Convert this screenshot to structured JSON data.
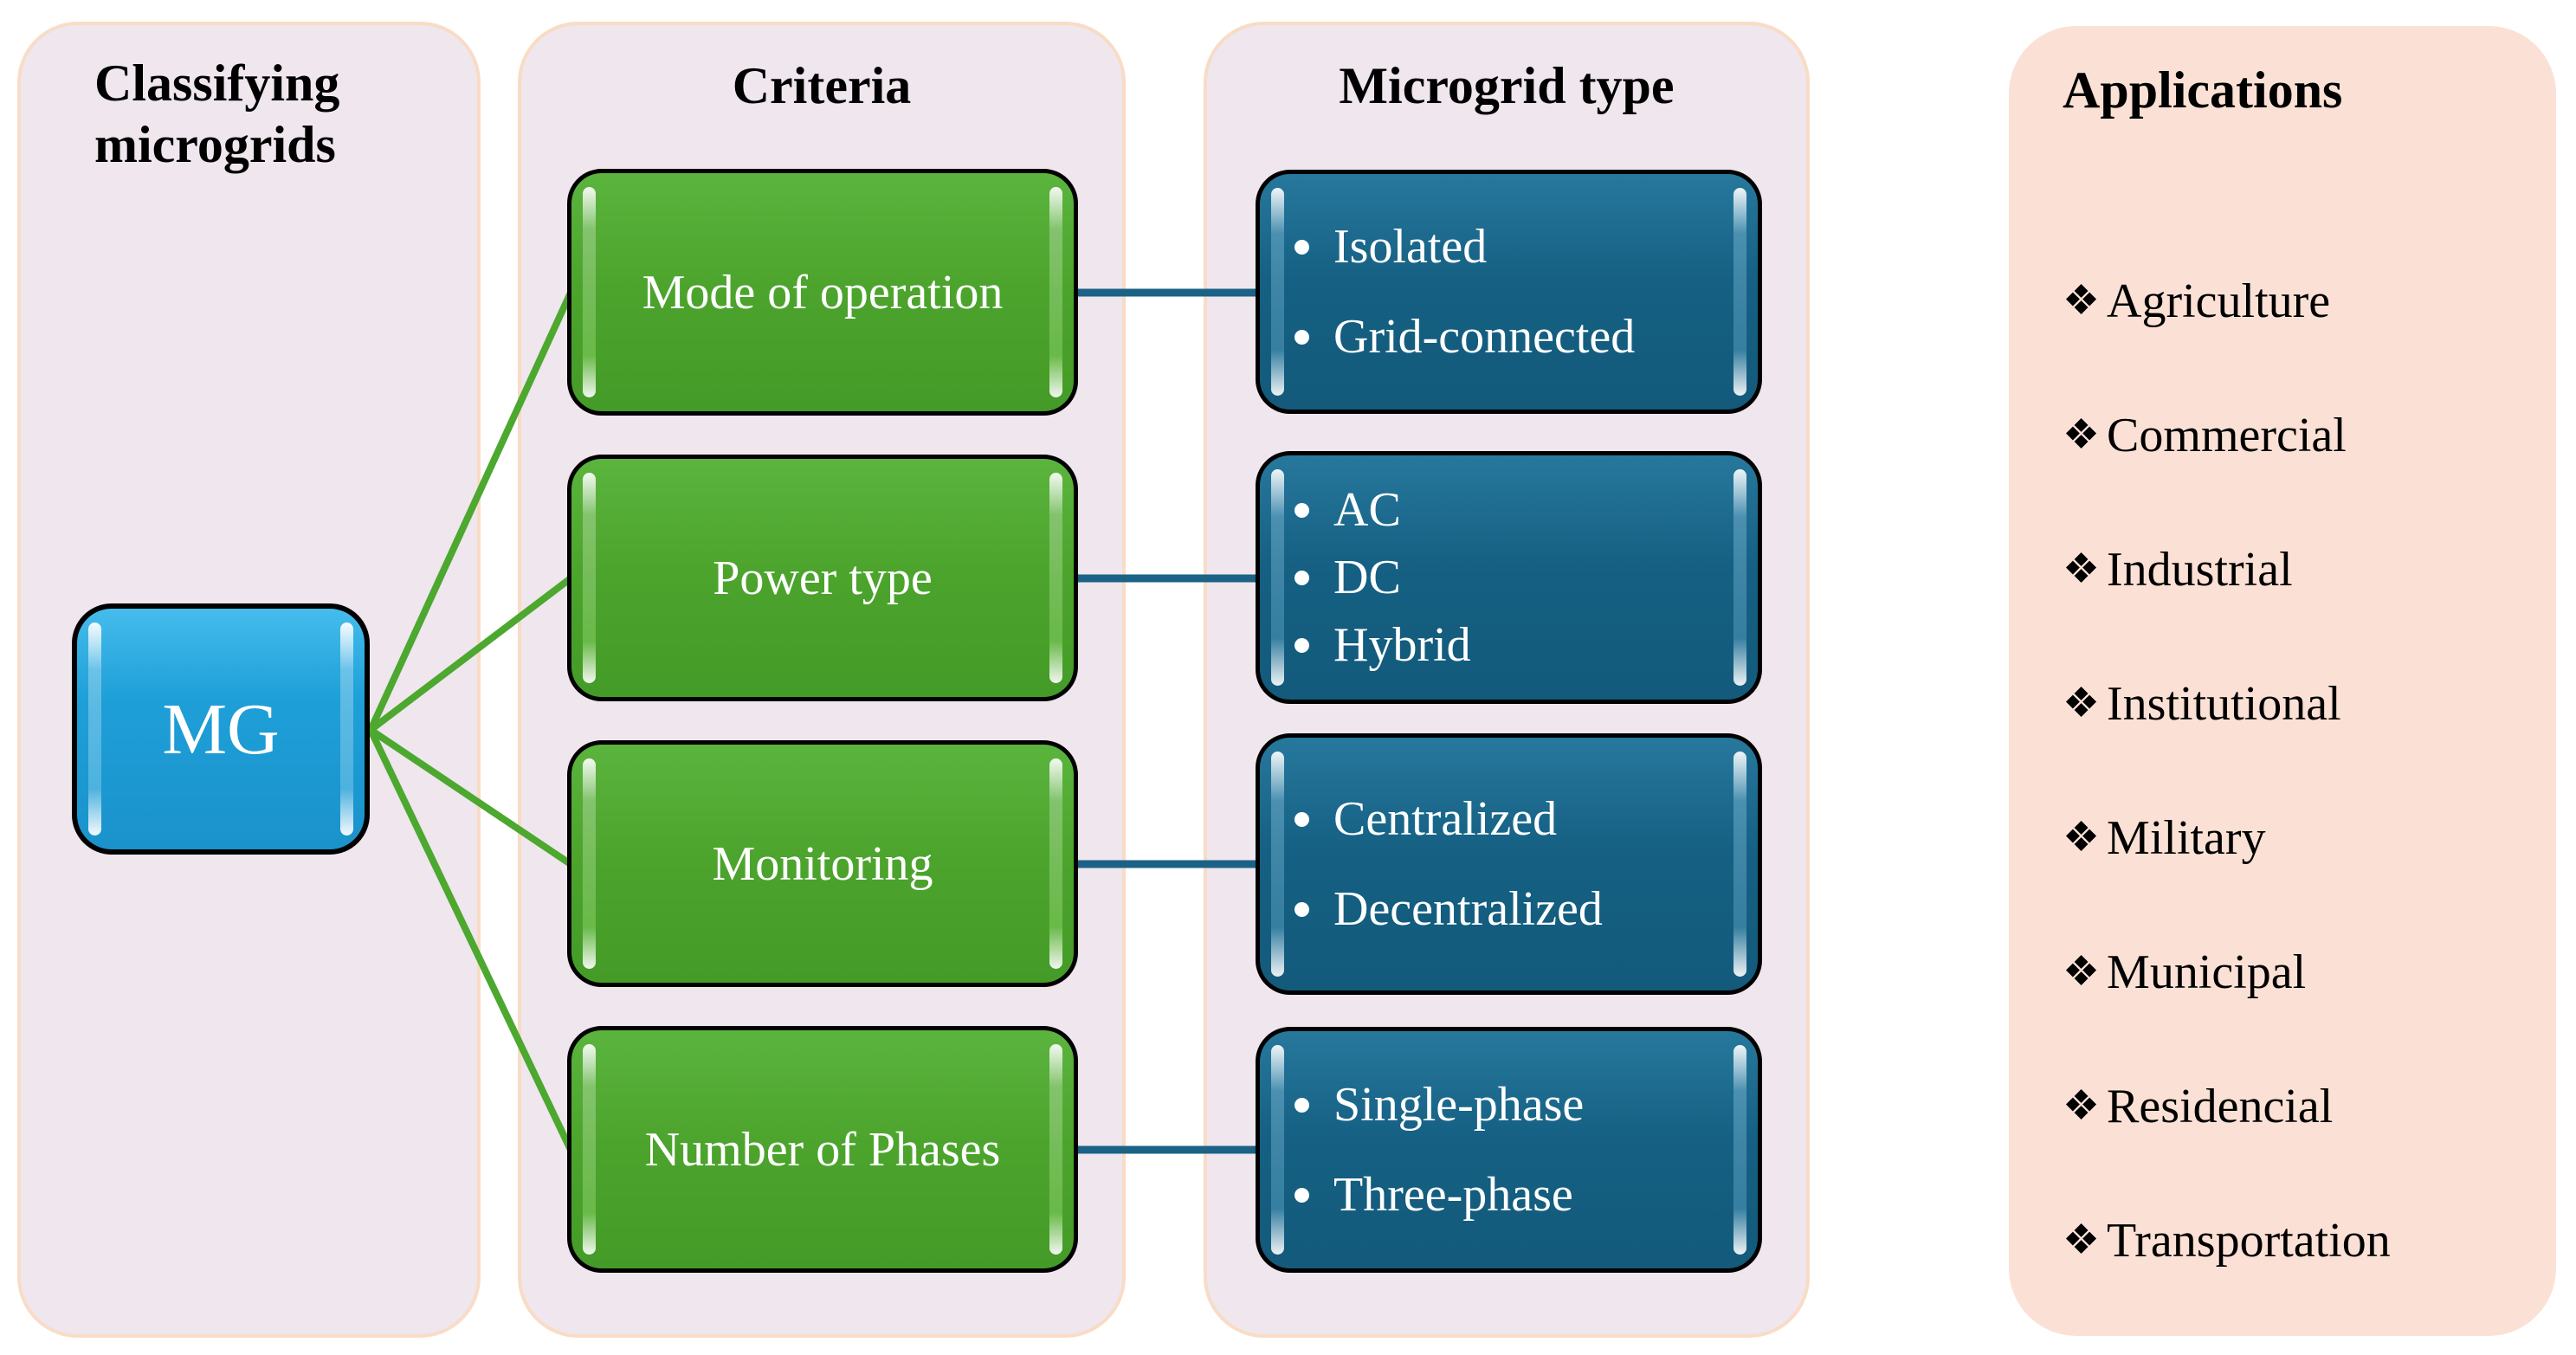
{
  "diagram": {
    "root": {
      "label": "MG"
    },
    "columns": {
      "classifying": {
        "title": "Classifying microgrids"
      },
      "criteria": {
        "title": "Criteria",
        "boxes": [
          "Mode of operation",
          "Power type",
          "Monitoring",
          "Number of Phases"
        ]
      },
      "microgrid_type": {
        "title": "Microgrid type",
        "boxes": [
          {
            "items": [
              "Isolated",
              "Grid-connected"
            ]
          },
          {
            "items": [
              "AC",
              "DC",
              "Hybrid"
            ]
          },
          {
            "items": [
              "Centralized",
              "Decentralized"
            ]
          },
          {
            "items": [
              "Single-phase",
              "Three-phase"
            ]
          }
        ]
      },
      "applications": {
        "title": "Applications",
        "bullet": "❖",
        "items": [
          "Agriculture",
          "Commercial",
          "Industrial",
          "Institutional",
          "Military",
          "Municipal",
          "Residencial",
          "Transportation"
        ]
      }
    },
    "colors": {
      "page_bg": "#ffffff",
      "panel_lavender": "#EFE6EE",
      "panel_peach": "#FBE1D5",
      "panel_border": "#F8DCC6",
      "mg_box": "#1E9FD8",
      "green_box": "#4CA42D",
      "blue_box": "#156083",
      "green_line": "#4CA82F",
      "blue_line": "#1B6286",
      "text_dark": "#000000",
      "text_light": "#ffffff"
    }
  }
}
